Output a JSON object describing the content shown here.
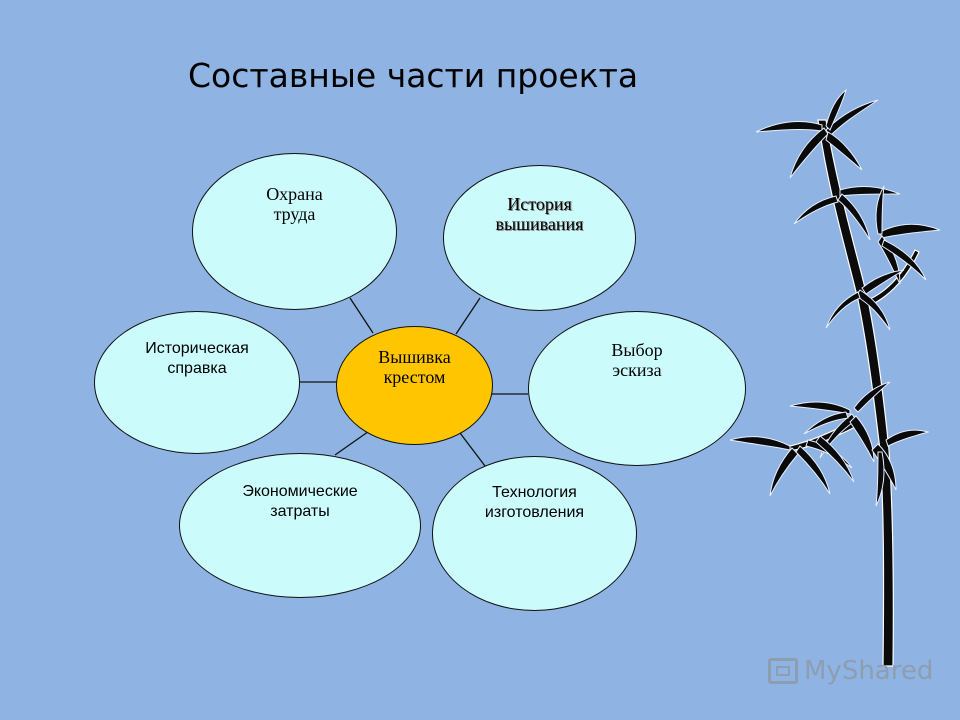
{
  "title": "Составные части проекта",
  "center": {
    "line1": "Вышивка",
    "line2": "крестом"
  },
  "nodes": {
    "safety": {
      "line1": "Охрана",
      "line2": "труда"
    },
    "history_embroidery": {
      "line1": "История",
      "line2": "вышивания"
    },
    "sketch": {
      "line1": "Выбор",
      "line2": "эскиза"
    },
    "technology": {
      "line1": "Технология",
      "line2": "изготовления"
    },
    "economic": {
      "line1": "Экономические",
      "line2": "затраты"
    },
    "historical": {
      "line1": "Историческая",
      "line2": "справка"
    }
  },
  "colors": {
    "background": "#8fb3e2",
    "node_fill": "#ccfbfb",
    "center_fill": "#ffc600",
    "outline": "#111111"
  },
  "watermark": {
    "text": "MyShared",
    "icon": "presentation-board-icon"
  },
  "decoration": {
    "icon": "bamboo-illustration"
  }
}
